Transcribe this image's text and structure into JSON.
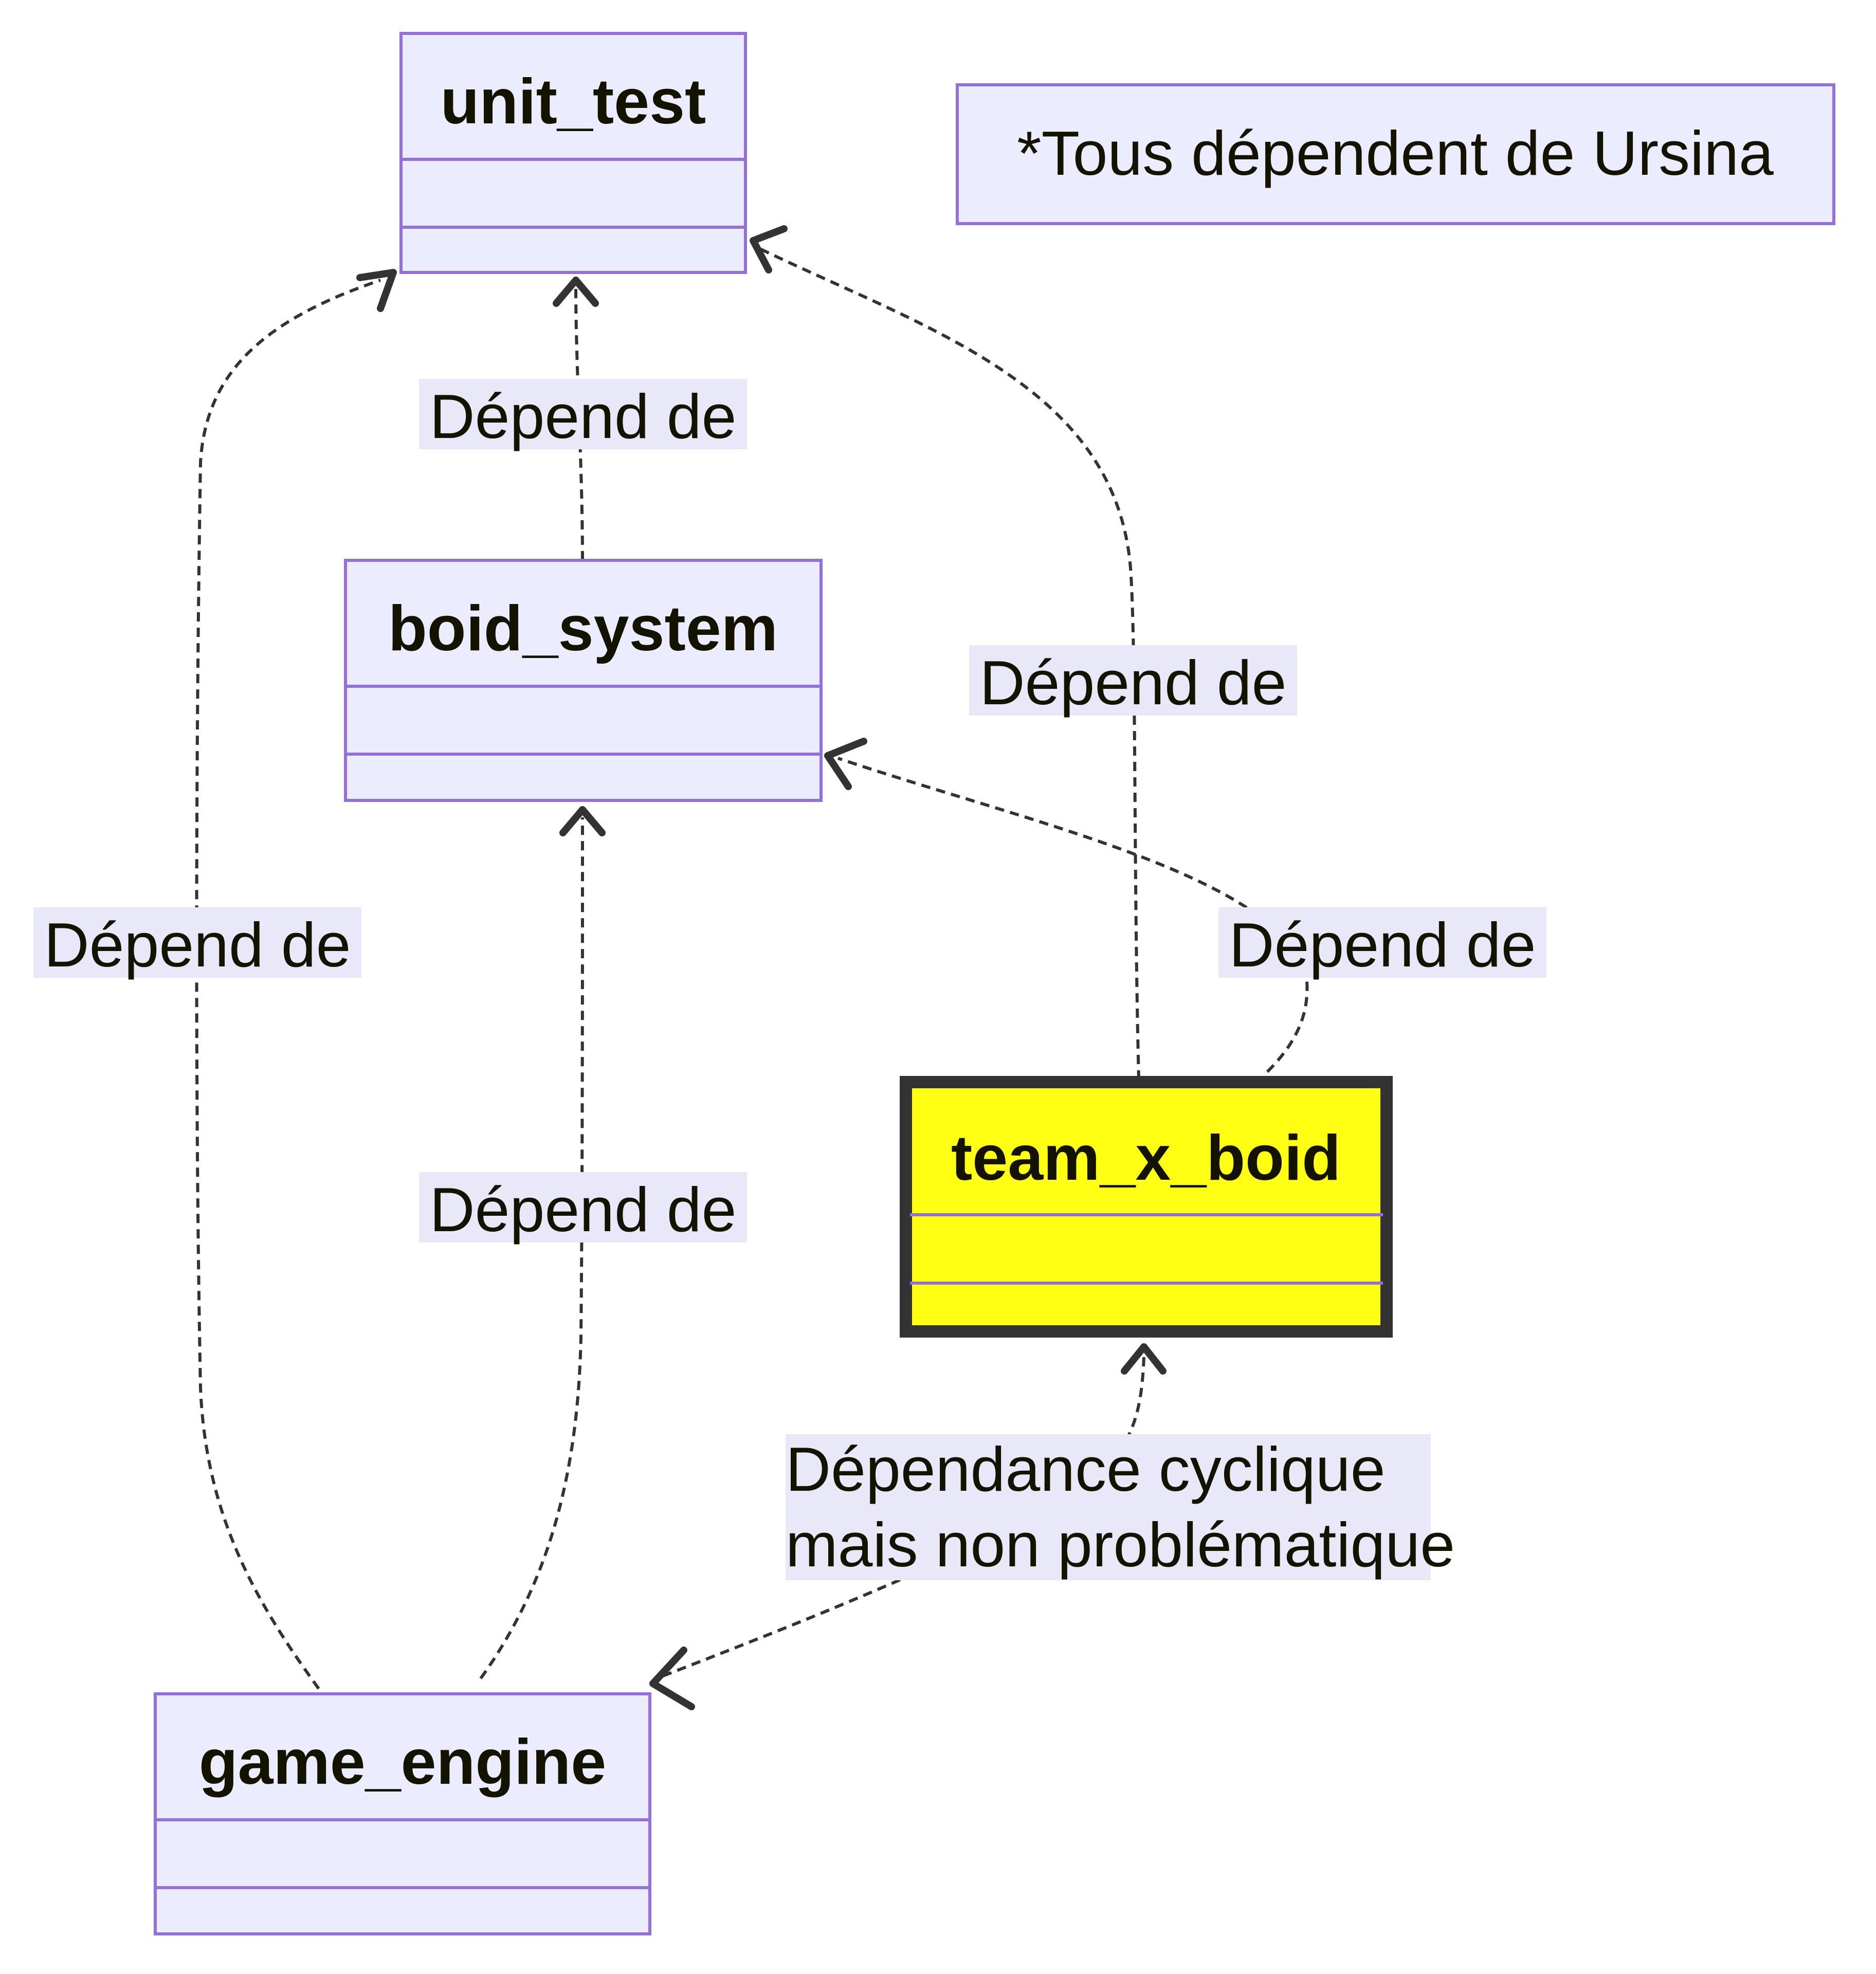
{
  "classes": {
    "unit_test": {
      "name": "unit_test"
    },
    "boid_system": {
      "name": "boid_system"
    },
    "team_x_boid": {
      "name": "team_x_boid",
      "fill": "#ffff14",
      "stroke": "#333333"
    },
    "game_engine": {
      "name": "game_engine"
    }
  },
  "note": {
    "text": "*Tous dépendent de Ursina"
  },
  "edges": {
    "boid_to_unit": {
      "label": "Dépend de"
    },
    "team_to_unit": {
      "label": "Dépend de"
    },
    "game_to_unit": {
      "label": "Dépend de"
    },
    "team_to_boid": {
      "label": "Dépend de"
    },
    "game_to_boid": {
      "label": "Dépend de"
    },
    "cyclic": {
      "label_line1": "Dépendance cyclique",
      "label_line2": "mais non problématique"
    }
  },
  "colors": {
    "class_fill": "#ececff",
    "class_stroke": "#9370db",
    "edge": "#333333",
    "highlight_fill": "#ffff14"
  }
}
